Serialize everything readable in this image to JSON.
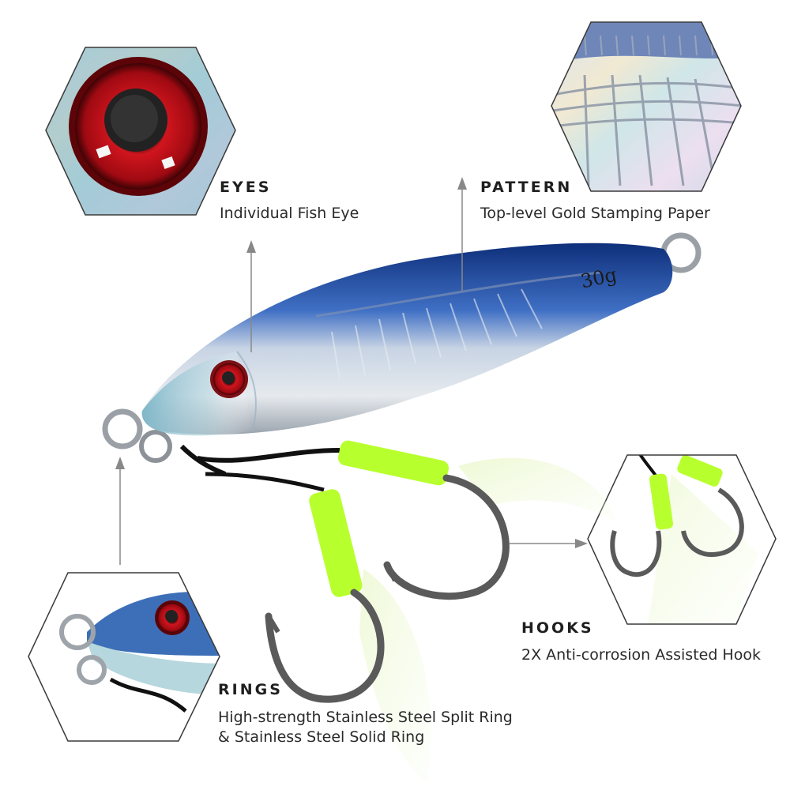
{
  "features": {
    "eyes": {
      "title": "EYES",
      "description": "Individual Fish Eye"
    },
    "pattern": {
      "title": "PATTERN",
      "description": "Top-level Gold Stamping Paper"
    },
    "hooks": {
      "title": "HOOKS",
      "description": "2X Anti-corrosion Assisted Hook"
    },
    "rings": {
      "title": "RINGS",
      "line1": "High-strength Stainless Steel Split Ring",
      "line2": "& Stainless Steel Solid Ring"
    }
  },
  "lure": {
    "weight_mark": "30g"
  },
  "colors": {
    "lure_back": "#1f4fa8",
    "lure_belly": "#cfd6dc",
    "eye": "#c0111a",
    "hook_wrap": "#b8ff2e",
    "hook_metal": "#5a5a5a",
    "arrow": "#888888"
  }
}
